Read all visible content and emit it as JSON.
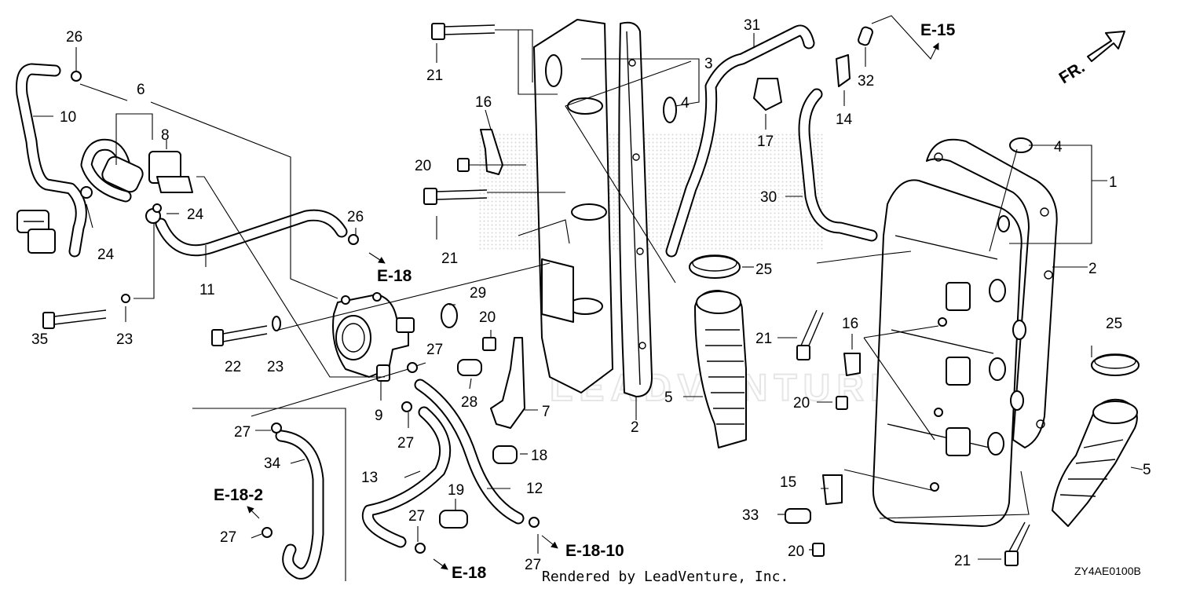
{
  "labels": {
    "p1": "1",
    "p2a": "2",
    "p2b": "2",
    "p3": "3",
    "p4a": "4",
    "p4b": "4",
    "p5a": "5",
    "p5b": "5",
    "p6": "6",
    "p7": "7",
    "p8": "8",
    "p9": "9",
    "p10": "10",
    "p11": "11",
    "p12": "12",
    "p13": "13",
    "p14": "14",
    "p15": "15",
    "p16a": "16",
    "p16b": "16",
    "p17": "17",
    "p18": "18",
    "p19": "19",
    "p20a": "20",
    "p20b": "20",
    "p20c": "20",
    "p20d": "20",
    "p21a": "21",
    "p21b": "21",
    "p21c": "21",
    "p21d": "21",
    "p22": "22",
    "p23a": "23",
    "p23b": "23",
    "p24a": "24",
    "p24b": "24",
    "p25a": "25",
    "p25b": "25",
    "p26a": "26",
    "p26b": "26",
    "p27a": "27",
    "p27b": "27",
    "p27c": "27",
    "p27d": "27",
    "p27e": "27",
    "p27f": "27",
    "p28": "28",
    "p29": "29",
    "p30": "30",
    "p31": "31",
    "p32": "32",
    "p33": "33",
    "p34": "34",
    "p35": "35"
  },
  "refs": {
    "e15": "E-15",
    "e18a": "E-18",
    "e18b": "E-18",
    "e182": "E-18-2",
    "e1810": "E-18-10"
  },
  "direction": "FR.",
  "credit": "Rendered by LeadVenture, Inc.",
  "diagram_code": "ZY4AE0100B"
}
